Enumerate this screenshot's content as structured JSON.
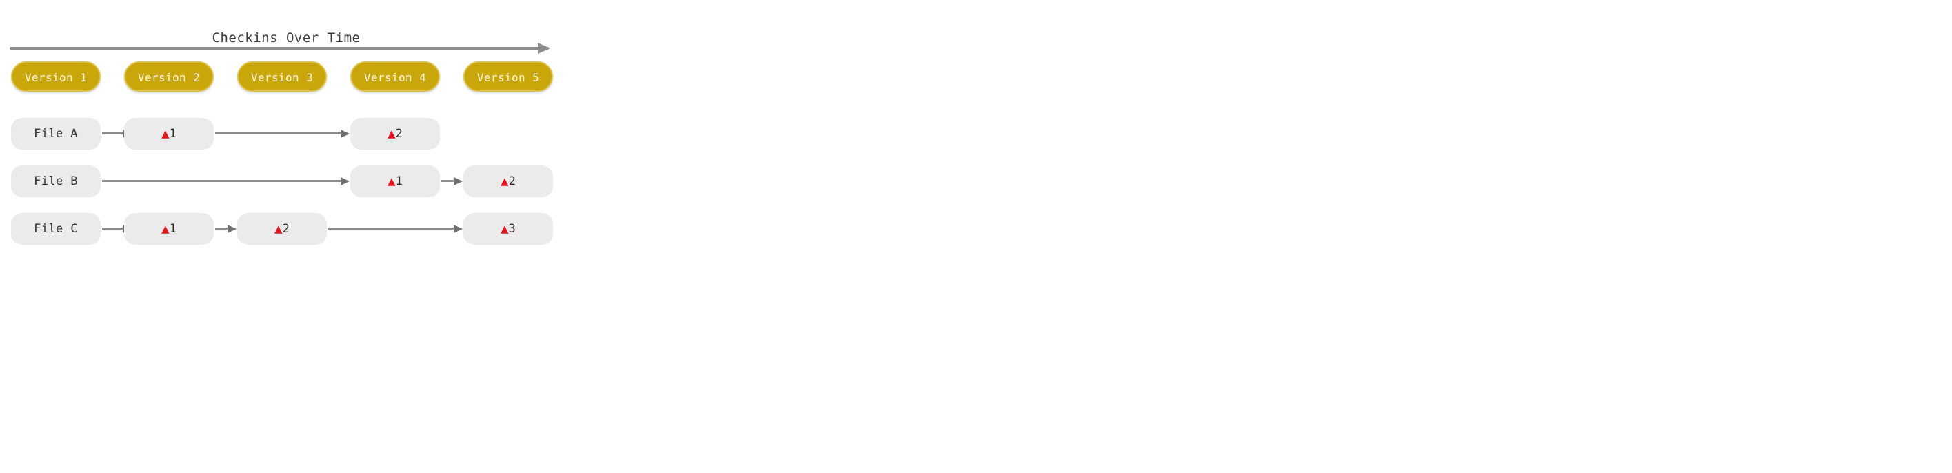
{
  "diagram": {
    "title": "Checkins Over Time",
    "axis": {
      "label": "Checkins Over Time",
      "arrow_direction": "right",
      "line_color": "#8d8d8d"
    },
    "colors": {
      "version_pill": "#c9a60a",
      "version_pill_border": "#ddc246",
      "version_pill_text": "#fdf6df",
      "node_background": "#ebebeb",
      "node_text": "#2e2e2e",
      "delta_marker": "#e8121d",
      "connector": "#8d8d8d",
      "background": "#ffffff"
    },
    "versions": [
      {
        "label": "Version 1"
      },
      {
        "label": "Version 2"
      },
      {
        "label": "Version 3"
      },
      {
        "label": "Version 4"
      },
      {
        "label": "Version 5"
      }
    ],
    "rows": [
      {
        "file_label": "File A",
        "cells": [
          {
            "version": "Version 1",
            "delta": "▲",
            "number": "1"
          },
          {
            "version": "Version 4",
            "delta": "▲",
            "number": "2"
          }
        ]
      },
      {
        "file_label": "File B",
        "cells": [
          {
            "version": "Version 4",
            "delta": "▲",
            "number": "1"
          },
          {
            "version": "Version 5",
            "delta": "▲",
            "number": "2"
          }
        ]
      },
      {
        "file_label": "File C",
        "cells": [
          {
            "version": "Version 1",
            "delta": "▲",
            "number": "1"
          },
          {
            "version": "Version 3",
            "delta": "▲",
            "number": "2"
          },
          {
            "version": "Version 5",
            "delta": "▲",
            "number": "3"
          }
        ]
      }
    ]
  }
}
